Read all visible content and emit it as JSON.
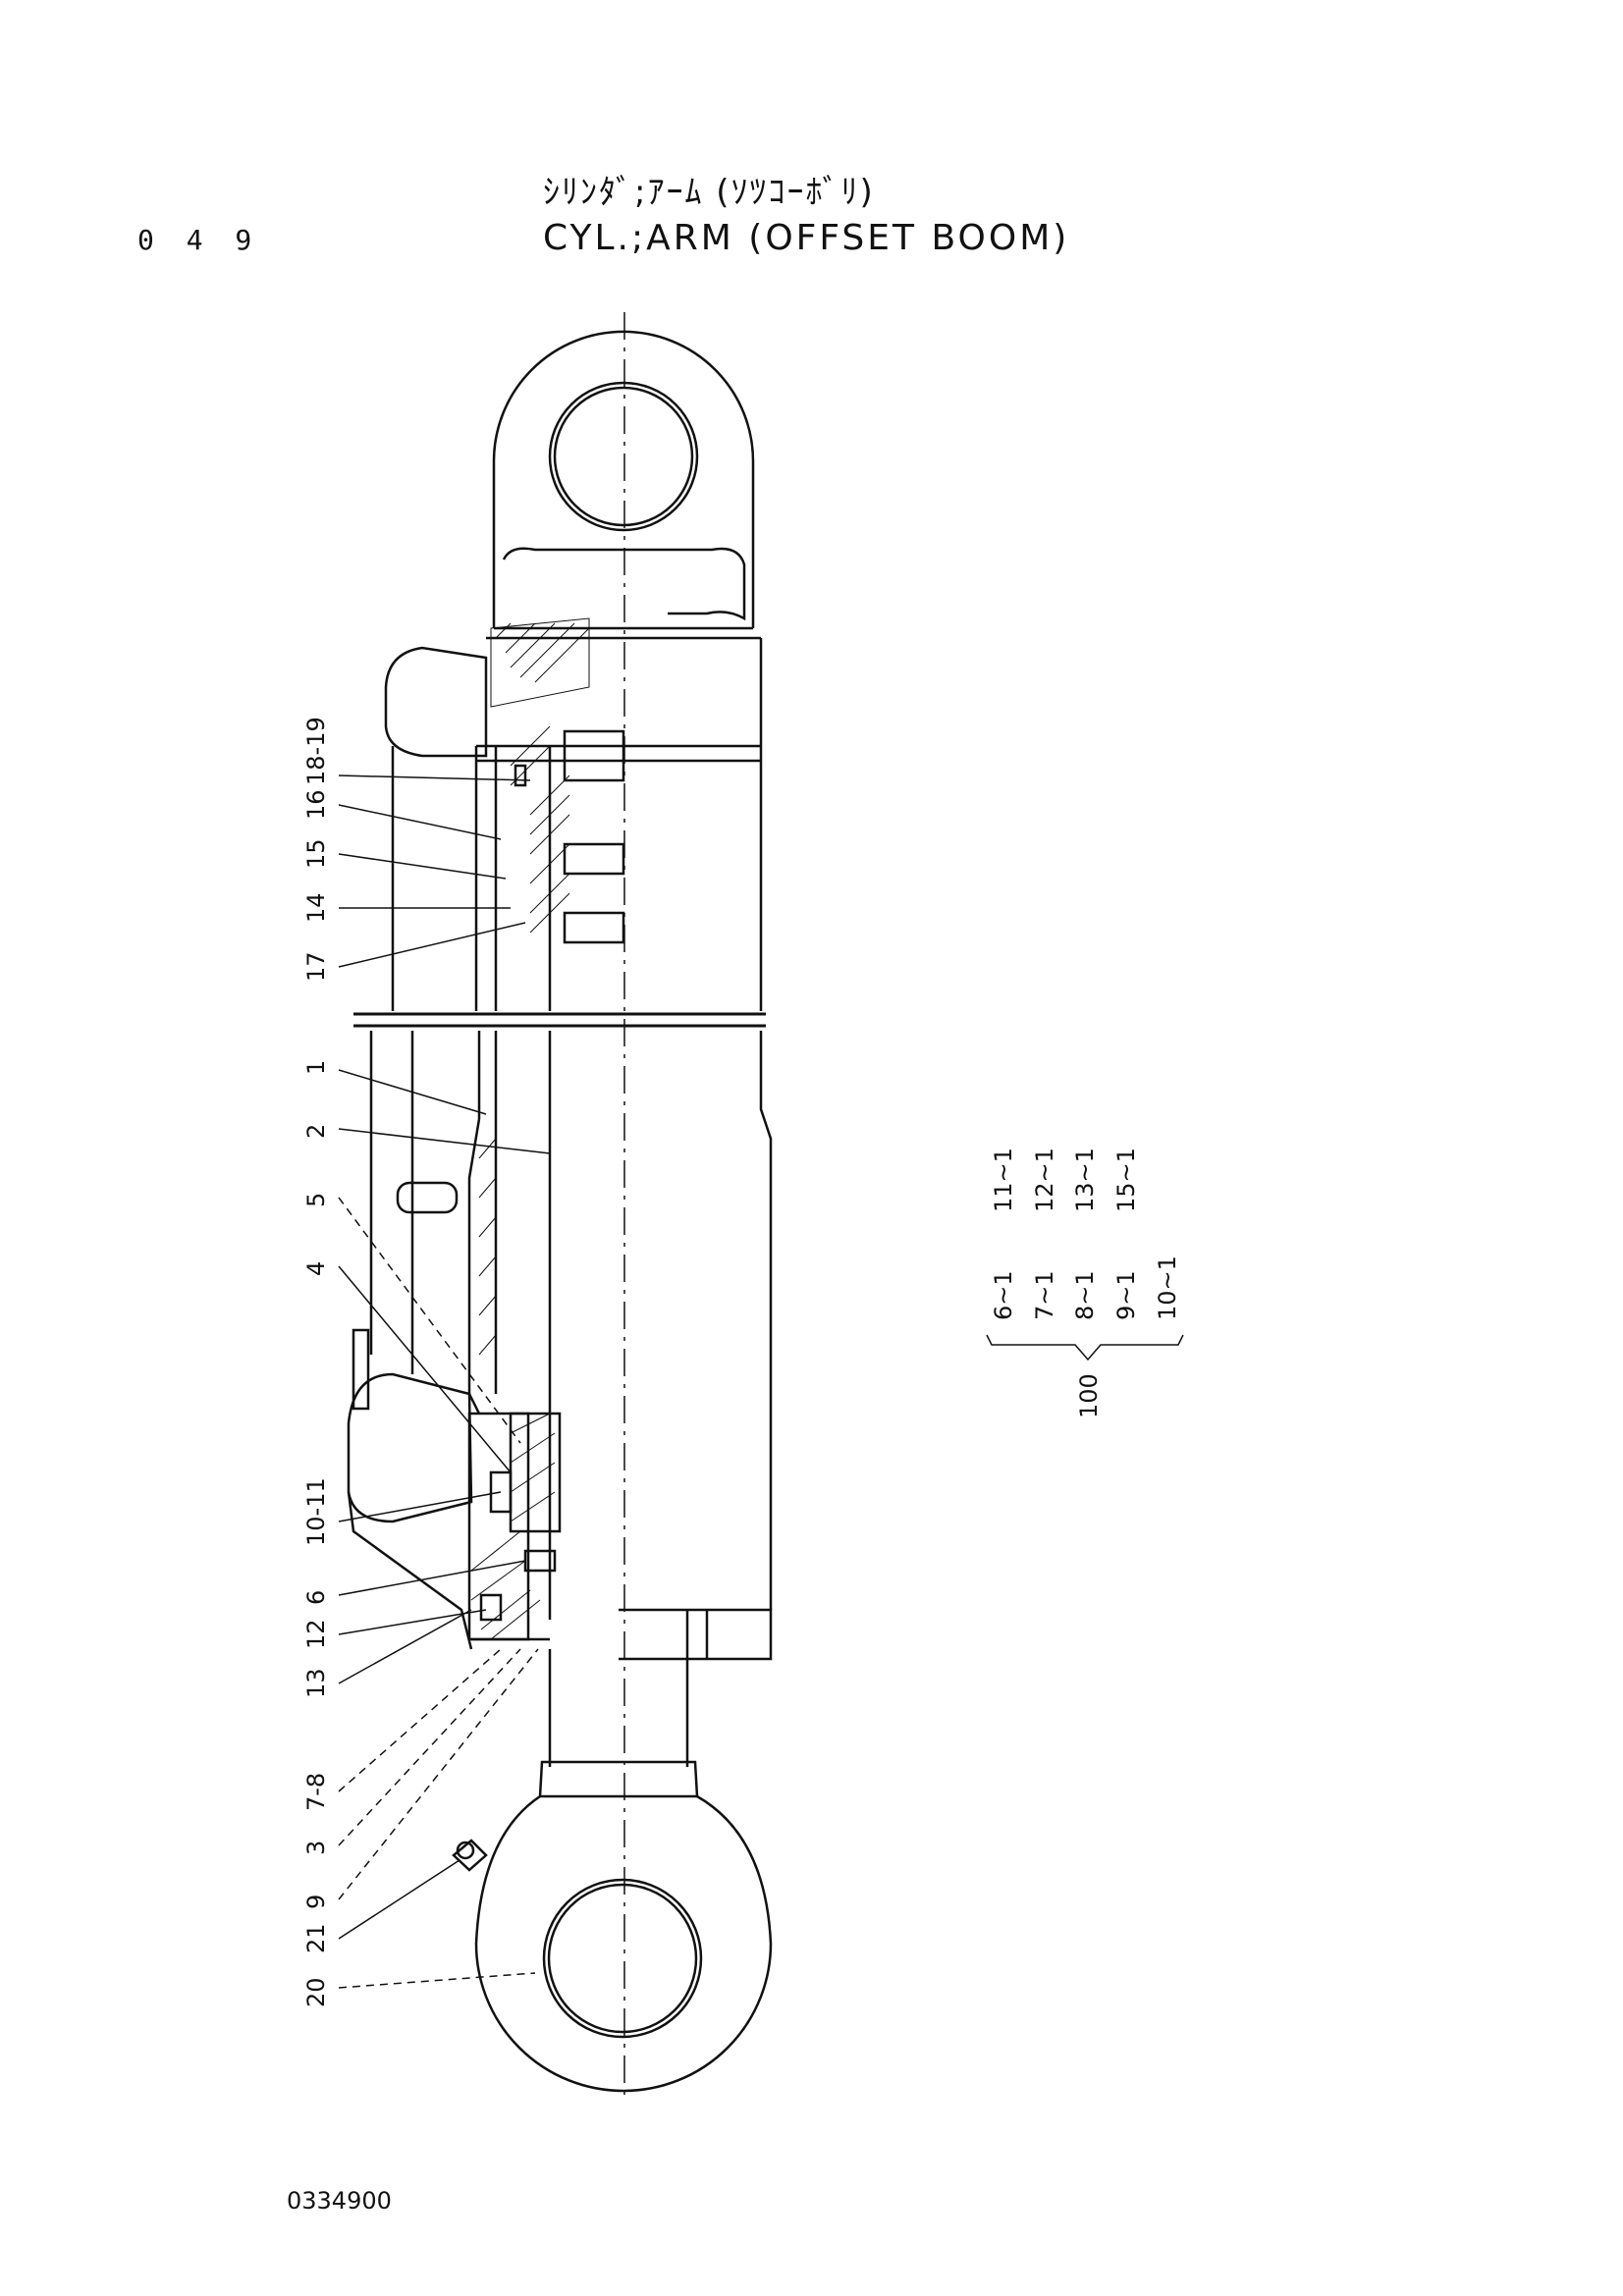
{
  "header": {
    "page_number": "0 4 9",
    "title_jp": "ｼﾘﾝﾀﾞ;ｱｰﾑ (ｿﾂｺｰﾎﾞﾘ)",
    "title_en": "CYL.;ARM (OFFSET BOOM)"
  },
  "footer": {
    "document_number": "0334900"
  },
  "callouts": [
    {
      "id": "c18-19",
      "label": "18-19"
    },
    {
      "id": "c16",
      "label": "16"
    },
    {
      "id": "c15",
      "label": "15"
    },
    {
      "id": "c14",
      "label": "14"
    },
    {
      "id": "c17",
      "label": "17"
    },
    {
      "id": "c1",
      "label": "1"
    },
    {
      "id": "c2",
      "label": "2"
    },
    {
      "id": "c5",
      "label": "5"
    },
    {
      "id": "c4",
      "label": "4"
    },
    {
      "id": "c10-11",
      "label": "10-11"
    },
    {
      "id": "c6",
      "label": "6"
    },
    {
      "id": "c12",
      "label": "12"
    },
    {
      "id": "c13",
      "label": "13"
    },
    {
      "id": "c7-8",
      "label": "7-8"
    },
    {
      "id": "c3",
      "label": "3"
    },
    {
      "id": "c9",
      "label": "9"
    },
    {
      "id": "c21",
      "label": "21"
    },
    {
      "id": "c20",
      "label": "20"
    }
  ],
  "kit": {
    "top_row": [
      "11~1",
      "12~1",
      "13~1",
      "15~1"
    ],
    "bottom_row": [
      "6~1",
      "7~1",
      "8~1",
      "9~1",
      "10~1"
    ],
    "kit_number": "100"
  },
  "colors": {
    "ink": "#111111",
    "paper": "#ffffff"
  }
}
